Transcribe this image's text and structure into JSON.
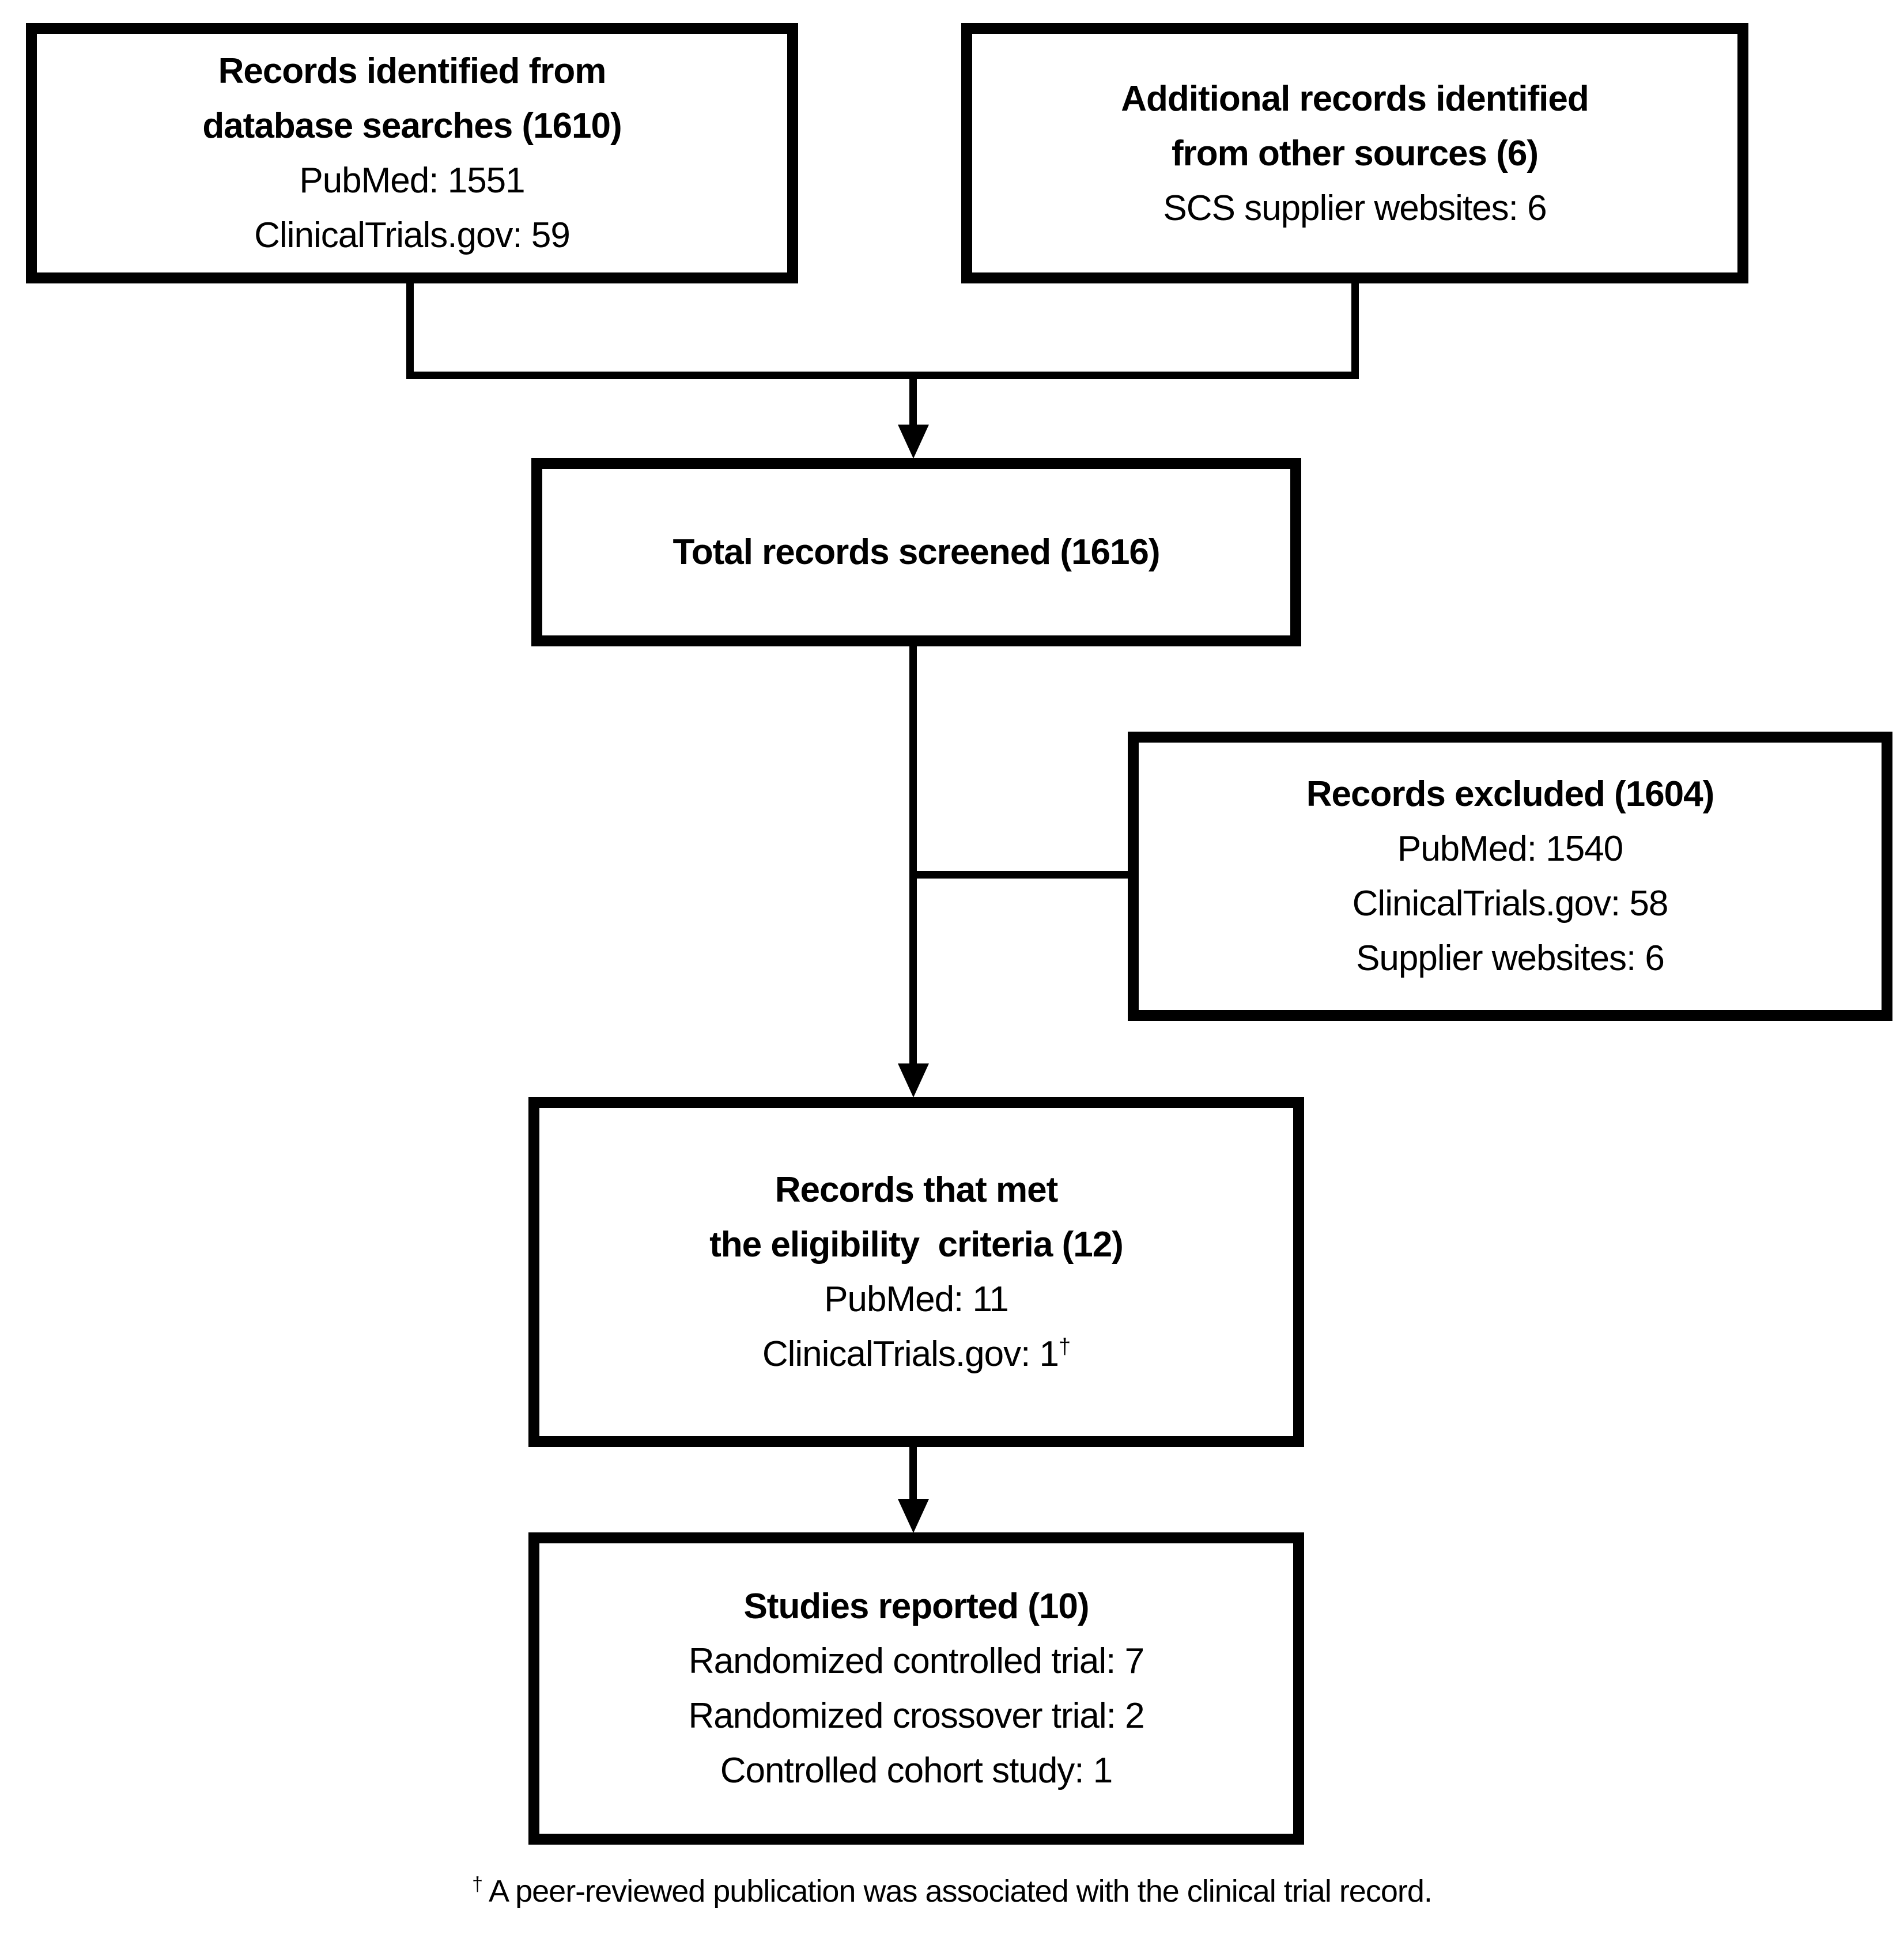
{
  "diagram": {
    "box_identified": {
      "title_line1": "Records identified from",
      "title_line2": "database searches (1610)",
      "detail_line1": "PubMed: 1551",
      "detail_line2": "ClinicalTrials.gov: 59"
    },
    "box_additional": {
      "title_line1": "Additional records identified",
      "title_line2": "from other sources (6)",
      "detail_line1": "SCS supplier websites: 6"
    },
    "box_screened": {
      "title_line1": "Total records screened (1616)"
    },
    "box_excluded": {
      "title_line1": "Records excluded (1604)",
      "detail_line1": "PubMed: 1540",
      "detail_line2": "ClinicalTrials.gov: 58",
      "detail_line3": "Supplier websites: 6"
    },
    "box_eligible": {
      "title_line1": "Records that met",
      "title_line2": "the eligibility  criteria (12)",
      "detail_line1": "PubMed: 11",
      "detail_line2": "ClinicalTrials.gov: 1",
      "detail_line2_sup": "†"
    },
    "box_reported": {
      "title_line1": "Studies reported (10)",
      "detail_line1": "Randomized controlled trial: 7",
      "detail_line2": "Randomized crossover trial: 2",
      "detail_line3": "Controlled cohort study: 1"
    },
    "footnote": {
      "sup": "†",
      "text": " A peer-reviewed publication was associated with the clinical trial record."
    },
    "colors": {
      "line": "#000000",
      "background": "#ffffff",
      "text": "#000000"
    }
  }
}
